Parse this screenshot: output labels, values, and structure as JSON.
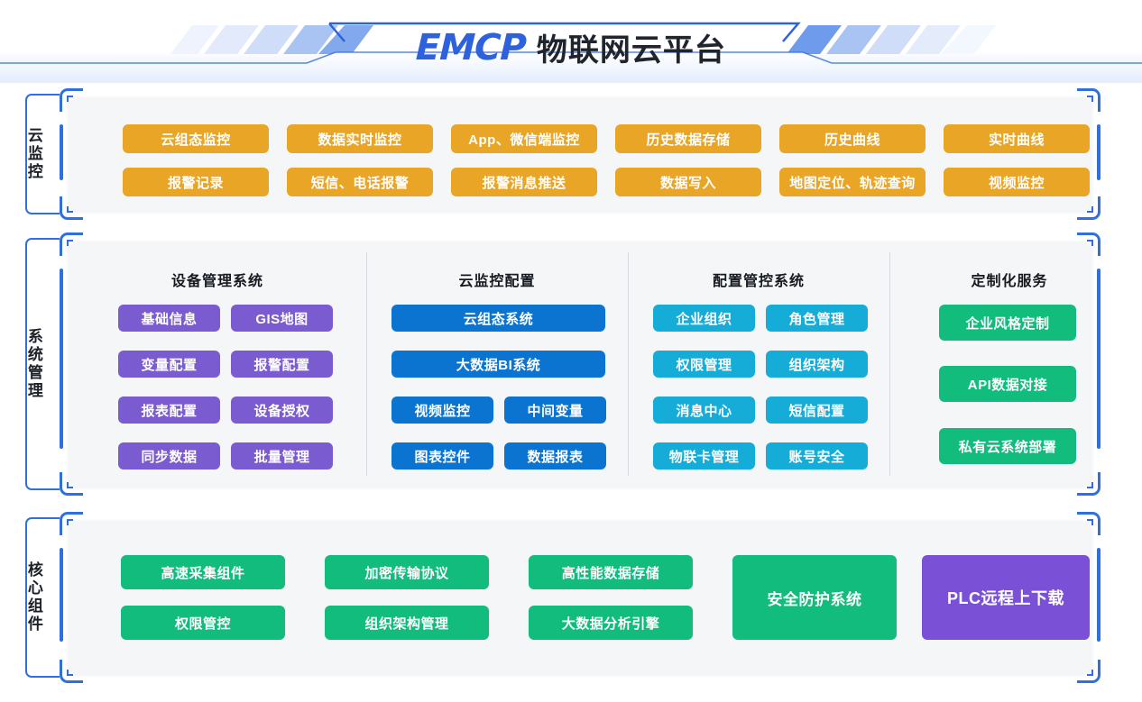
{
  "header": {
    "logo_text": "EMCP",
    "title_cn": "物联网云平台",
    "logo_color": "#2E62DC",
    "accent_color": "#2f6fe0"
  },
  "colors": {
    "orange": "#E9A526",
    "purple": "#7A5BD0",
    "blue": "#0B74D1",
    "cyan": "#15ACD7",
    "green": "#12BC7D",
    "violet": "#7A51D6",
    "frame": "#2f6fe0",
    "panel_bg": "#f5f6f8"
  },
  "sections": [
    {
      "label": "云监控",
      "items": [
        "云组态监控",
        "数据实时监控",
        "App、微信端监控",
        "历史数据存储",
        "历史曲线",
        "实时曲线",
        "报警记录",
        "短信、电话报警",
        "报警消息推送",
        "数据写入",
        "地图定位、轨迹查询",
        "视频监控"
      ]
    },
    {
      "label": "系统管理",
      "columns": [
        {
          "title": "设备管理系统",
          "items": [
            "基础信息",
            "GIS地图",
            "变量配置",
            "报警配置",
            "报表配置",
            "设备授权",
            "同步数据",
            "批量管理"
          ]
        },
        {
          "title": "云监控配置",
          "wide_items": [
            "云组态系统",
            "大数据BI系统"
          ],
          "items": [
            "视频监控",
            "中间变量",
            "图表控件",
            "数据报表"
          ]
        },
        {
          "title": "配置管控系统",
          "items": [
            "企业组织",
            "角色管理",
            "权限管理",
            "组织架构",
            "消息中心",
            "短信配置",
            "物联卡管理",
            "账号安全"
          ]
        },
        {
          "title": "定制化服务",
          "items": [
            "企业风格定制",
            "API数据对接",
            "私有云系统部署"
          ]
        }
      ]
    },
    {
      "label": "核心组件",
      "items": [
        "高速采集组件",
        "加密传输协议",
        "高性能数据存储",
        "权限管控",
        "组织架构管理",
        "大数据分析引擎"
      ],
      "tall_items": [
        "安全防护系统",
        "PLC远程上下载"
      ]
    }
  ]
}
